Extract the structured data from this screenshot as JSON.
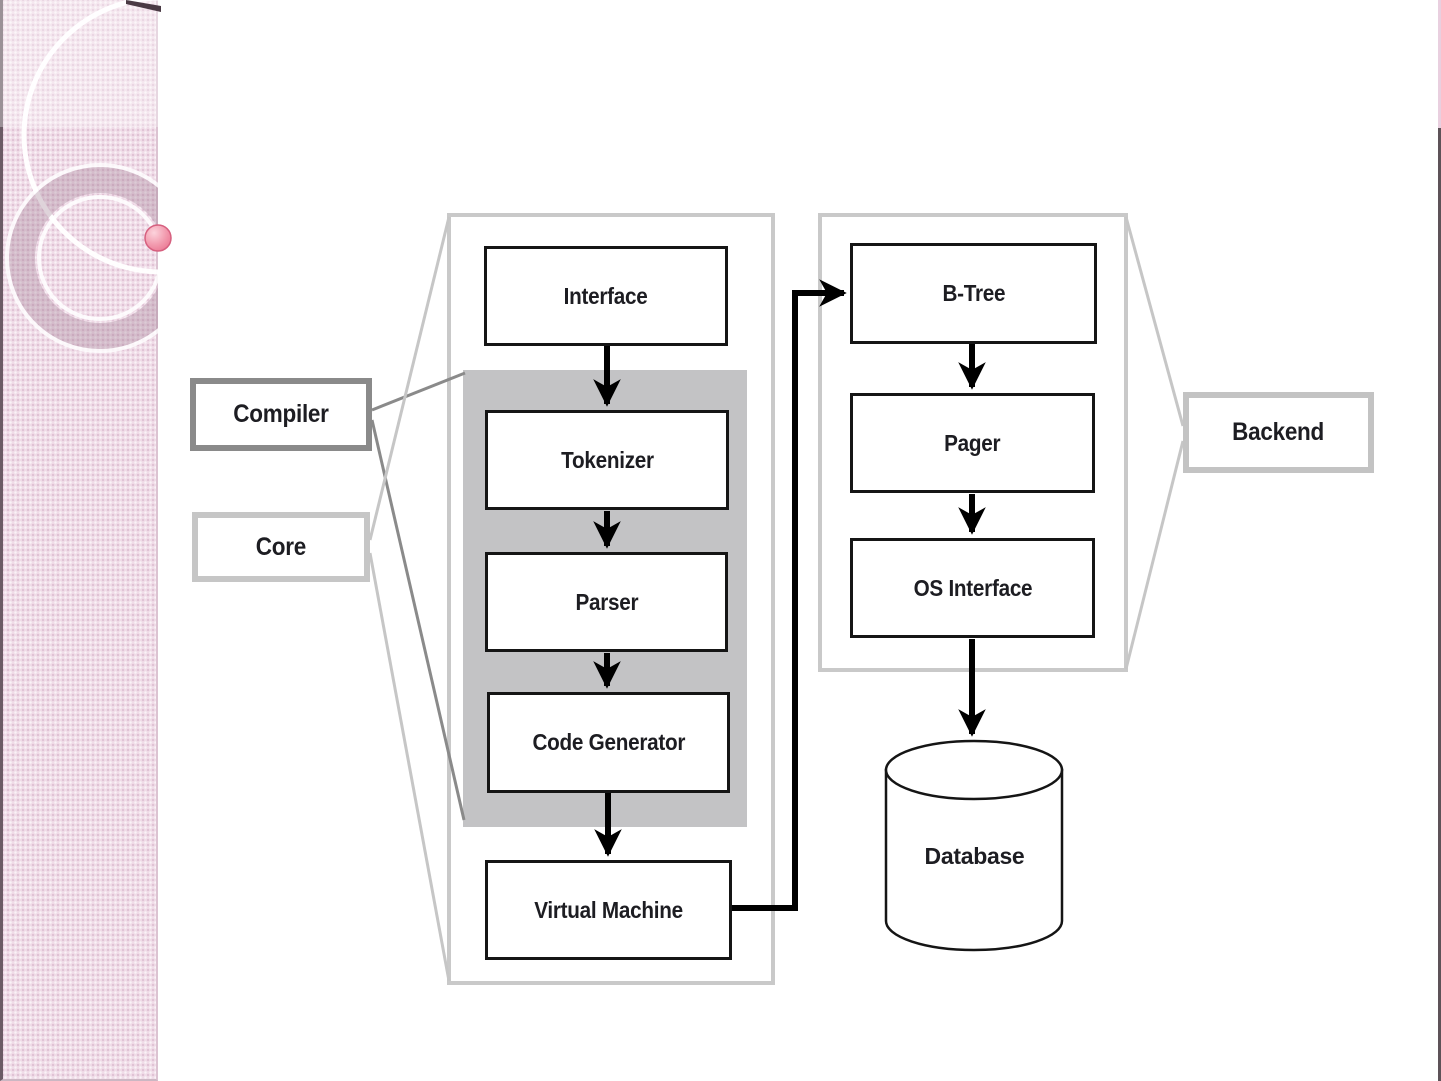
{
  "diagram": {
    "side_labels": {
      "compiler": "Compiler",
      "core": "Core",
      "backend": "Backend"
    },
    "core_pipeline": [
      "Interface",
      "Tokenizer",
      "Parser",
      "Code Generator",
      "Virtual Machine"
    ],
    "backend_pipeline": [
      "B-Tree",
      "Pager",
      "OS Interface"
    ],
    "storage_label": "Database",
    "edges": [
      {
        "from": "Interface",
        "to": "Tokenizer"
      },
      {
        "from": "Tokenizer",
        "to": "Parser"
      },
      {
        "from": "Parser",
        "to": "Code Generator"
      },
      {
        "from": "Code Generator",
        "to": "Virtual Machine"
      },
      {
        "from": "Virtual Machine",
        "to": "B-Tree"
      },
      {
        "from": "B-Tree",
        "to": "Pager"
      },
      {
        "from": "Pager",
        "to": "OS Interface"
      },
      {
        "from": "OS Interface",
        "to": "Database"
      }
    ],
    "groupings": [
      {
        "label": "Compiler",
        "contains": [
          "Tokenizer",
          "Parser",
          "Code Generator"
        ]
      },
      {
        "label": "Core",
        "contains": [
          "Interface",
          "Tokenizer",
          "Parser",
          "Code Generator",
          "Virtual Machine"
        ]
      },
      {
        "label": "Backend",
        "contains": [
          "B-Tree",
          "Pager",
          "OS Interface"
        ]
      }
    ],
    "colors": {
      "node_border": "#151515",
      "group_border": "#c9c9c9",
      "compiler_shade": "#c3c3c5",
      "compiler_label_border": "#8a8a8a",
      "light_label_border": "#c6c6c6",
      "arrow": "#000000",
      "text": "#1d1d22"
    }
  },
  "theme": {
    "sidebar_pink": "#f0dce8",
    "accent_dot_pink": "#ef8aa2",
    "slide_edge_dark": "#5d5258",
    "slide_edge_pink": "#e9cfdf"
  }
}
